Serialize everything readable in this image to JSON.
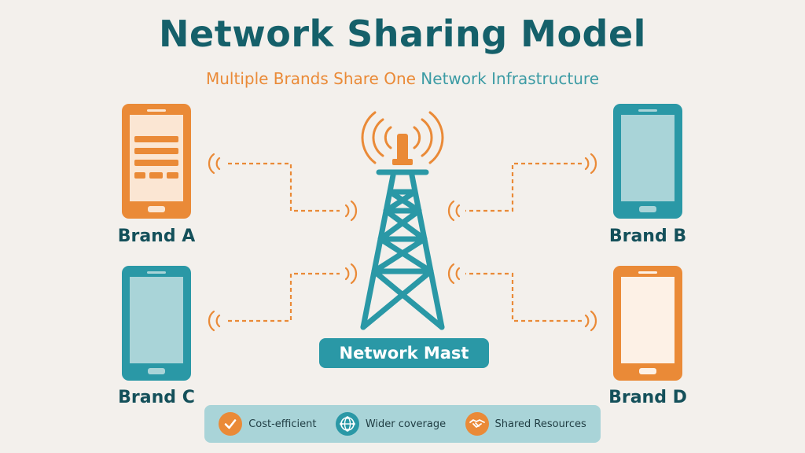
{
  "title": "Network Sharing Model",
  "subtitle": {
    "part1": "Multiple Brands Share One",
    "part2": "Network Infrastructure"
  },
  "brands": [
    {
      "label": "Brand A",
      "color": "#ea8a37"
    },
    {
      "label": "Brand B",
      "color": "#2a98a6"
    },
    {
      "label": "Brand C",
      "color": "#2a98a6"
    },
    {
      "label": "Brand D",
      "color": "#ea8a37"
    }
  ],
  "mast": {
    "label": "Network Mast"
  },
  "benefits": [
    {
      "label": "Cost-efficient",
      "icon": "checkmark-icon",
      "color": "#ea8a37"
    },
    {
      "label": "Wider coverage",
      "icon": "globe-network-icon",
      "color": "#2a98a6"
    },
    {
      "label": "Shared Resources",
      "icon": "handshake-icon",
      "color": "#ea8a37"
    }
  ],
  "colors": {
    "primary": "#15606a",
    "teal": "#2a98a6",
    "orange": "#ea8a37",
    "background": "#f3f0ec",
    "panel": "#a9d4d8"
  }
}
